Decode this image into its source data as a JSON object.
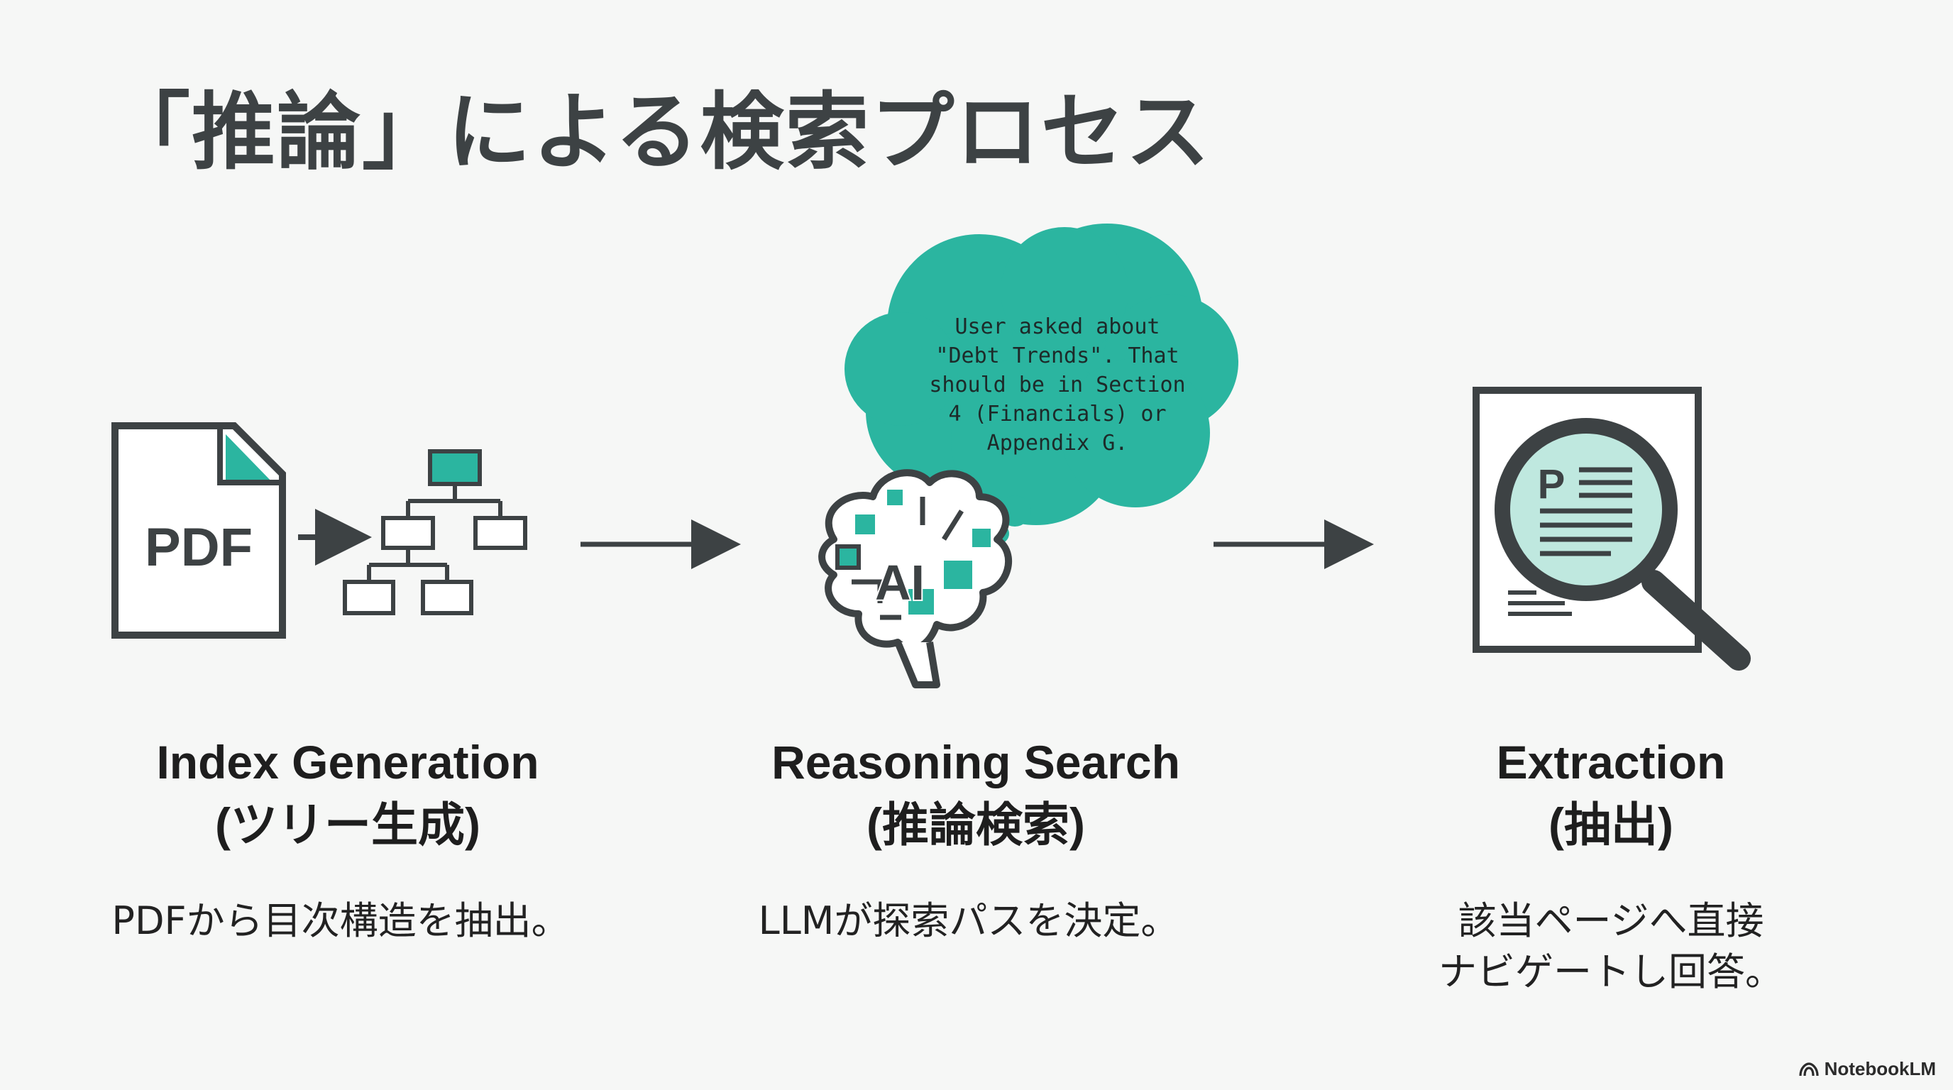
{
  "title": "「推論」による検索プロセス",
  "colors": {
    "accent": "#2bb5a0",
    "dark": "#3d4244",
    "light_teal": "#bfe8df",
    "background": "#f6f7f6"
  },
  "icons": {
    "pdf": "pdf-document-icon",
    "tree": "tree-structure-icon",
    "brain": "ai-brain-icon",
    "bubble": "thought-bubble-icon",
    "extract": "magnifier-document-icon"
  },
  "pdf_label": "PDF",
  "ai_label": "AI",
  "magnifier_label": "P",
  "thought_bubble": "User asked about\n\"Debt Trends\". That\nshould be in Section\n4 (Financials) or\nAppendix G.",
  "steps": [
    {
      "title_line1": "Index Generation",
      "title_line2": "(ツリー生成)",
      "desc_line1": "PDFから目次構造を抽出。",
      "desc_line2": ""
    },
    {
      "title_line1": "Reasoning Search",
      "title_line2": "(推論検索)",
      "desc_line1": "LLMが探索パスを決定。",
      "desc_line2": ""
    },
    {
      "title_line1": "Extraction",
      "title_line2": "(抽出)",
      "desc_line1": "該当ページへ直接",
      "desc_line2": "ナビゲートし回答。"
    }
  ],
  "brand": "NotebookLM"
}
